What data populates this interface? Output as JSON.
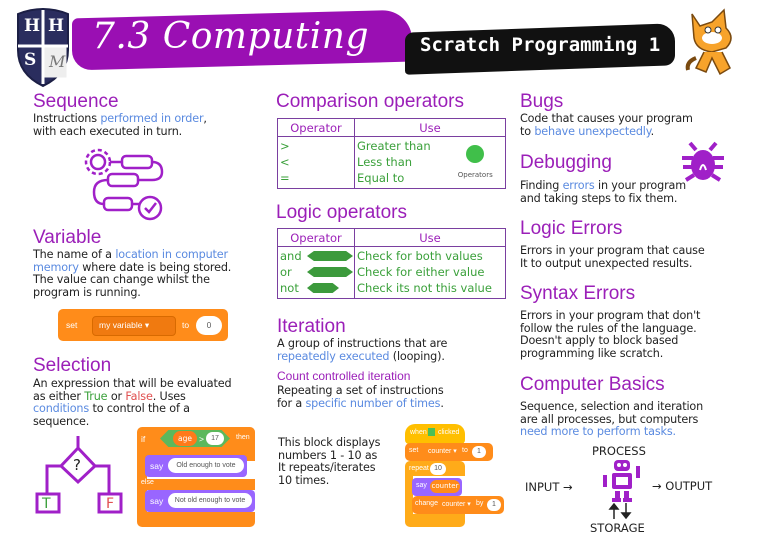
{
  "header": {
    "logo_letters": [
      "H",
      "H",
      "S",
      "M"
    ],
    "title": "7.3 Computing",
    "subtitle": "Scratch Programming 1",
    "brand_color": "#9a0fb3"
  },
  "sequence": {
    "heading": "Sequence",
    "text_1": "Instructions ",
    "highlight": "performed in order",
    "text_2": ",",
    "line_2": "with each executed in turn."
  },
  "variable": {
    "heading": "Variable",
    "text_1": "The name of a ",
    "highlight_1": "location in computer",
    "highlight_2": "memory",
    "text_2": " where date is being stored.",
    "line_3": "The value can change whilst the",
    "line_4": "program is running.",
    "block": {
      "set": "set",
      "var": "my variable ▾",
      "to": "to",
      "value": "0"
    }
  },
  "selection": {
    "heading": "Selection",
    "line_1": "An expression that will be evaluated",
    "text_2a": "as either ",
    "true": "True",
    "text_2b": " or ",
    "false": "False",
    "text_2c": ". Uses",
    "highlight": "conditions",
    "text_3": " to control the of a",
    "line_4": "sequence.",
    "diagram": {
      "question": "?",
      "t": "T",
      "f": "F"
    },
    "block": {
      "if": "if",
      "var": "age",
      "op": ">",
      "num": "17",
      "then": "then",
      "say1": "say",
      "msg1": "Old enough to vote",
      "else": "else",
      "say2": "say",
      "msg2": "Not old enough to vote"
    }
  },
  "comparison": {
    "heading": "Comparison operators",
    "col_operator": "Operator",
    "col_use": "Use",
    "rows": [
      {
        "op": ">",
        "use": "Greater than"
      },
      {
        "op": "<",
        "use": "Less than"
      },
      {
        "op": "=",
        "use": "Equal to"
      }
    ],
    "badge_label": "Operators"
  },
  "logic": {
    "heading": "Logic operators",
    "col_operator": "Operator",
    "col_use": "Use",
    "rows": [
      {
        "op": "and",
        "block": "and",
        "use": "Check for both values"
      },
      {
        "op": "or",
        "block": "or",
        "use": "Check for either value"
      },
      {
        "op": "not",
        "block": "not",
        "use": "Check its not this value"
      }
    ]
  },
  "iteration": {
    "heading": "Iteration",
    "line_1": "A group of instructions that are",
    "highlight": "repeatedly executed",
    "text_2": " (looping).",
    "subheading": "Count controlled iteration",
    "line_3": "Repeating a set of instructions",
    "text_4": "for a ",
    "highlight_2": "specific number of times",
    "text_4b": ".",
    "example": [
      "This block displays",
      "numbers 1 - 10 as",
      "It repeats/iterates",
      "10 times."
    ],
    "block": {
      "when": "when",
      "clicked": "clicked",
      "set": "set",
      "counter": "counter ▾",
      "to": "to",
      "one": "1",
      "repeat": "repeat",
      "ten": "10",
      "say": "say",
      "say_var": "counter",
      "change": "change",
      "by": "by",
      "inc": "1"
    }
  },
  "bugs": {
    "heading": "Bugs",
    "line_1": "Code that causes your program",
    "text_2": "to ",
    "highlight": "behave unexpectedly",
    "text_2b": "."
  },
  "debugging": {
    "heading": "Debugging",
    "text_1": "Finding ",
    "highlight": "errors",
    "text_1b": " in your program",
    "line_2": "and taking steps to fix them."
  },
  "logic_errors": {
    "heading": "Logic Errors",
    "line_1": "Errors in your program that cause",
    "line_2": "It to output unexpected results."
  },
  "syntax_errors": {
    "heading": "Syntax Errors",
    "line_1": "Errors in your program that don't",
    "line_2": "follow the rules of the language.",
    "line_3": "Doesn't apply to block based",
    "line_4": "programming like scratch."
  },
  "computer_basics": {
    "heading": "Computer Basics",
    "line_1": "Sequence, selection and iteration",
    "line_2": "are all processes, but computers",
    "highlight": "need more to perform tasks.",
    "process": "PROCESS",
    "input": "INPUT →",
    "output": "→ OUTPUT",
    "storage": "STORAGE"
  }
}
